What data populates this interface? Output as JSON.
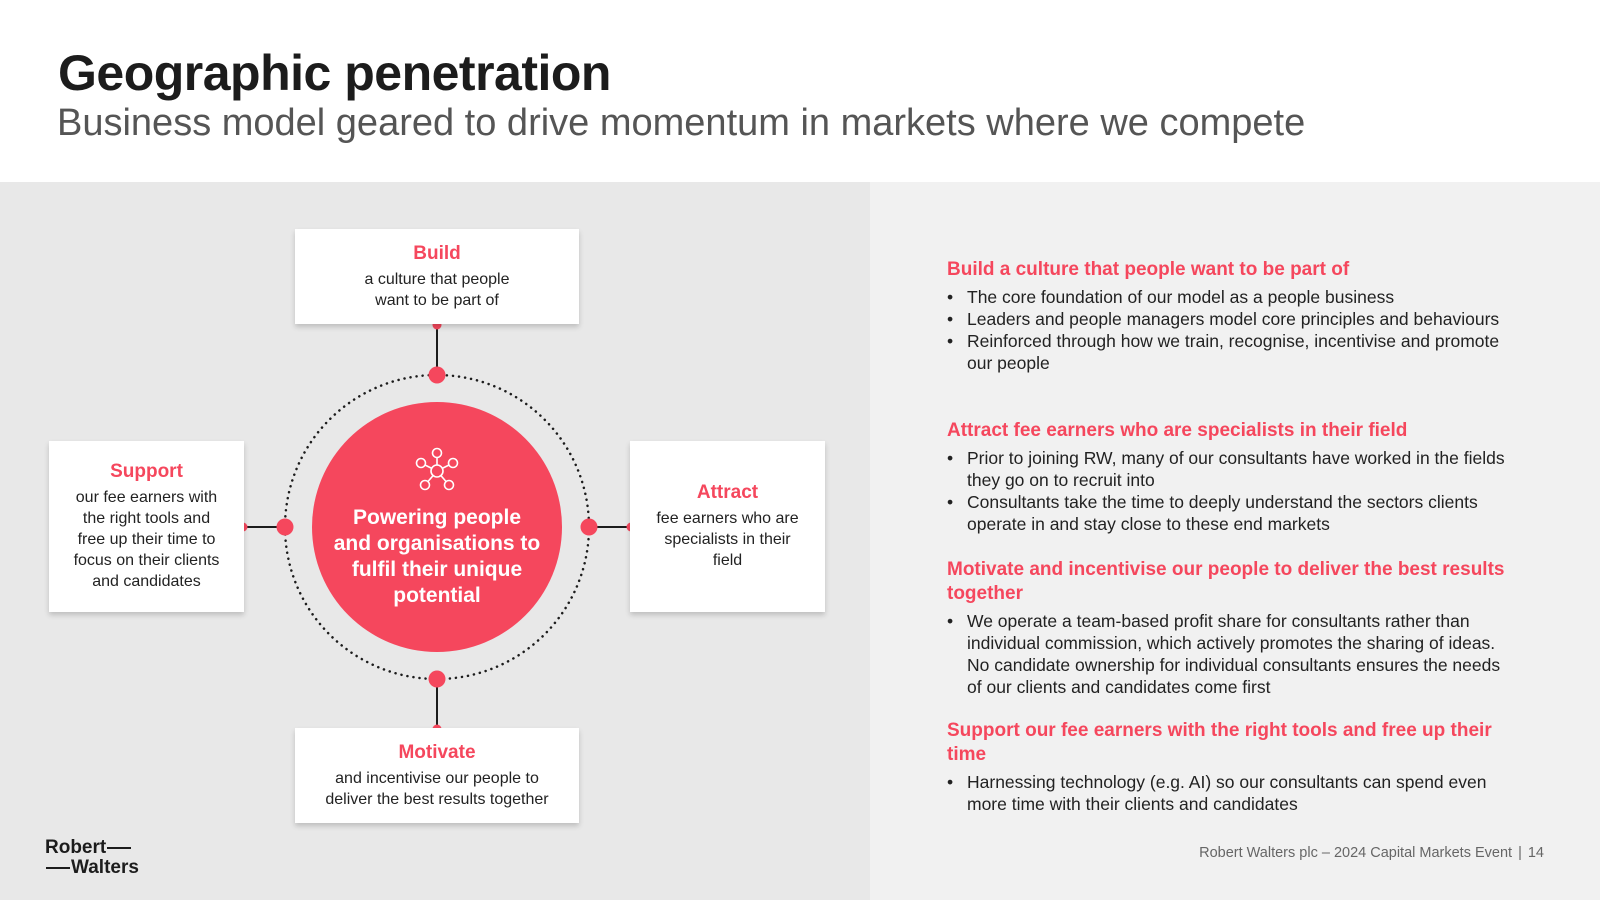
{
  "header": {
    "title": "Geographic penetration",
    "subtitle": "Business model geared to drive momentum in markets where we compete"
  },
  "diagram": {
    "center": {
      "icon": "people-network-icon",
      "text": "Powering people and organisations to fulfil their unique potential"
    },
    "build": {
      "title": "Build",
      "text_line1": "a culture that people",
      "text_line2": "want to be part of"
    },
    "attract": {
      "title": "Attract",
      "text_line1": "fee earners who are",
      "text_line2": "specialists in their",
      "text_line3": "field"
    },
    "motivate": {
      "title": "Motivate",
      "text_line1": "and incentivise our people to",
      "text_line2": "deliver the best results together"
    },
    "support": {
      "title": "Support",
      "text_line1": "our fee earners with",
      "text_line2": "the right tools and",
      "text_line3": "free up their time to",
      "text_line4": "focus on their clients",
      "text_line5": "and candidates"
    }
  },
  "sections": [
    {
      "title": "Build a culture that people want to be part of",
      "bullets": [
        "The core foundation of our model as a people business",
        "Leaders and people managers model core principles and behaviours",
        "Reinforced through how we train, recognise, incentivise and promote our people"
      ]
    },
    {
      "title": "Attract fee earners who are specialists in their field",
      "bullets": [
        "Prior to joining RW, many of our consultants have worked in the fields they go on to recruit into",
        "Consultants take the time to deeply understand the sectors clients operate in and stay close to these end markets"
      ]
    },
    {
      "title": "Motivate and incentivise our people to deliver the best results together",
      "bullets": [
        "We operate a team-based profit share for consultants rather than individual commission, which actively promotes the sharing of ideas. No candidate ownership for individual consultants ensures the needs of our clients and candidates come first"
      ]
    },
    {
      "title": "Support our fee earners with the right tools and free up their time",
      "bullets": [
        "Harnessing technology (e.g. AI) so our consultants can spend even more time with their clients and candidates"
      ]
    }
  ],
  "logo": {
    "line1": "Robert",
    "line2": "Walters"
  },
  "footer": {
    "text": "Robert Walters plc – 2024 Capital Markets Event",
    "separator": "|",
    "page_number": "14"
  },
  "colors": {
    "accent": "#f5475d",
    "left_panel": "#e8e8e8",
    "right_panel": "#f1f1f1",
    "text": "#1f1f1f"
  }
}
